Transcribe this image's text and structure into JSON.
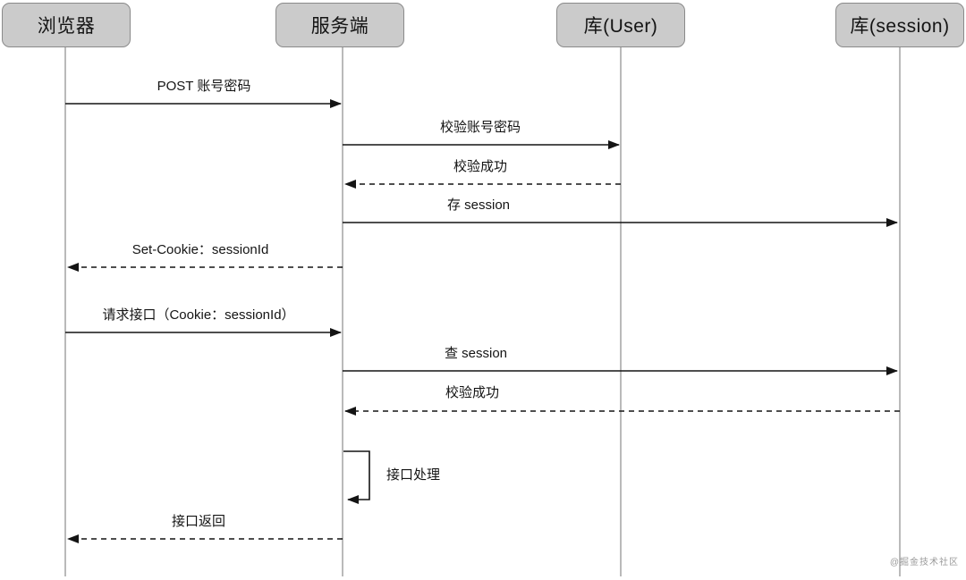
{
  "diagram": {
    "title": "session-auth-sequence",
    "actors": [
      {
        "label": "浏览器"
      },
      {
        "label": "服务端"
      },
      {
        "label": "库(User)"
      },
      {
        "label": "库(session)"
      }
    ],
    "messages": [
      {
        "label": "POST 账号密码",
        "from": "浏览器",
        "to": "服务端",
        "line": "solid"
      },
      {
        "label": "校验账号密码",
        "from": "服务端",
        "to": "库(User)",
        "line": "solid"
      },
      {
        "label": "校验成功",
        "from": "库(User)",
        "to": "服务端",
        "line": "dashed"
      },
      {
        "label": "存 session",
        "from": "服务端",
        "to": "库(session)",
        "line": "solid"
      },
      {
        "label": "Set-Cookie：sessionId",
        "from": "服务端",
        "to": "浏览器",
        "line": "dashed"
      },
      {
        "label": "请求接口（Cookie：sessionId）",
        "from": "浏览器",
        "to": "服务端",
        "line": "solid"
      },
      {
        "label": "查 session",
        "from": "服务端",
        "to": "库(session)",
        "line": "solid"
      },
      {
        "label": "校验成功",
        "from": "库(session)",
        "to": "服务端",
        "line": "dashed"
      },
      {
        "label": "接口处理",
        "from": "服务端",
        "to": "服务端",
        "line": "self"
      },
      {
        "label": "接口返回",
        "from": "服务端",
        "to": "浏览器",
        "line": "dashed"
      }
    ],
    "watermark": "@掘金技术社区",
    "colors": {
      "actor_fill": "#cbcbcb",
      "actor_border": "#8a8a8a",
      "lifeline": "#8c8c8c",
      "arrow": "#141414",
      "text": "#141414",
      "watermark": "#9a9a9a",
      "background": "#ffffff"
    }
  }
}
